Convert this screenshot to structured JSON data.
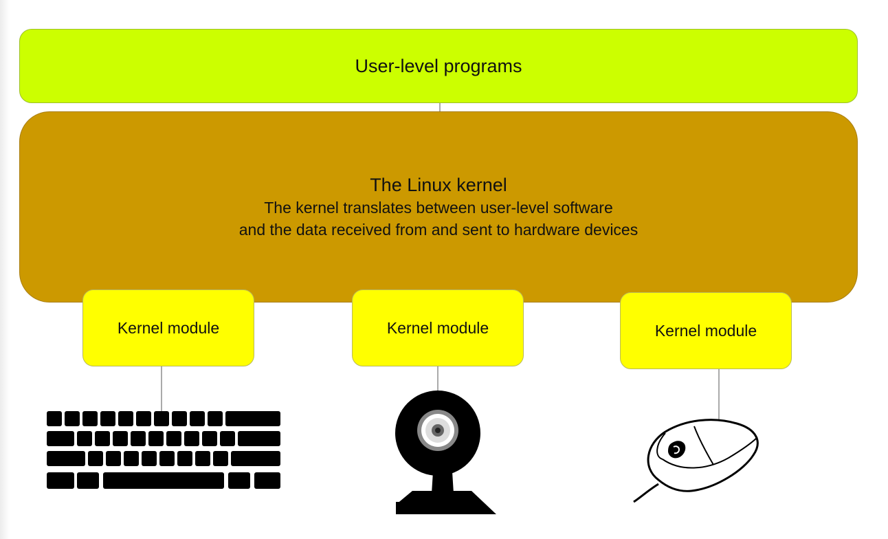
{
  "diagram": {
    "user_level": {
      "label": "User-level programs",
      "color": "#ccff00"
    },
    "kernel": {
      "title": "The Linux kernel",
      "description_line1": "The kernel translates between user-level software",
      "description_line2": "and the data received from and sent to hardware devices",
      "color": "#cc9900"
    },
    "modules": [
      {
        "label": "Kernel module",
        "color": "#ffff00"
      },
      {
        "label": "Kernel module",
        "color": "#ffff00"
      },
      {
        "label": "Kernel module",
        "color": "#ffff00"
      }
    ],
    "devices": [
      {
        "icon": "keyboard-icon"
      },
      {
        "icon": "webcam-icon"
      },
      {
        "icon": "mouse-icon"
      }
    ]
  }
}
